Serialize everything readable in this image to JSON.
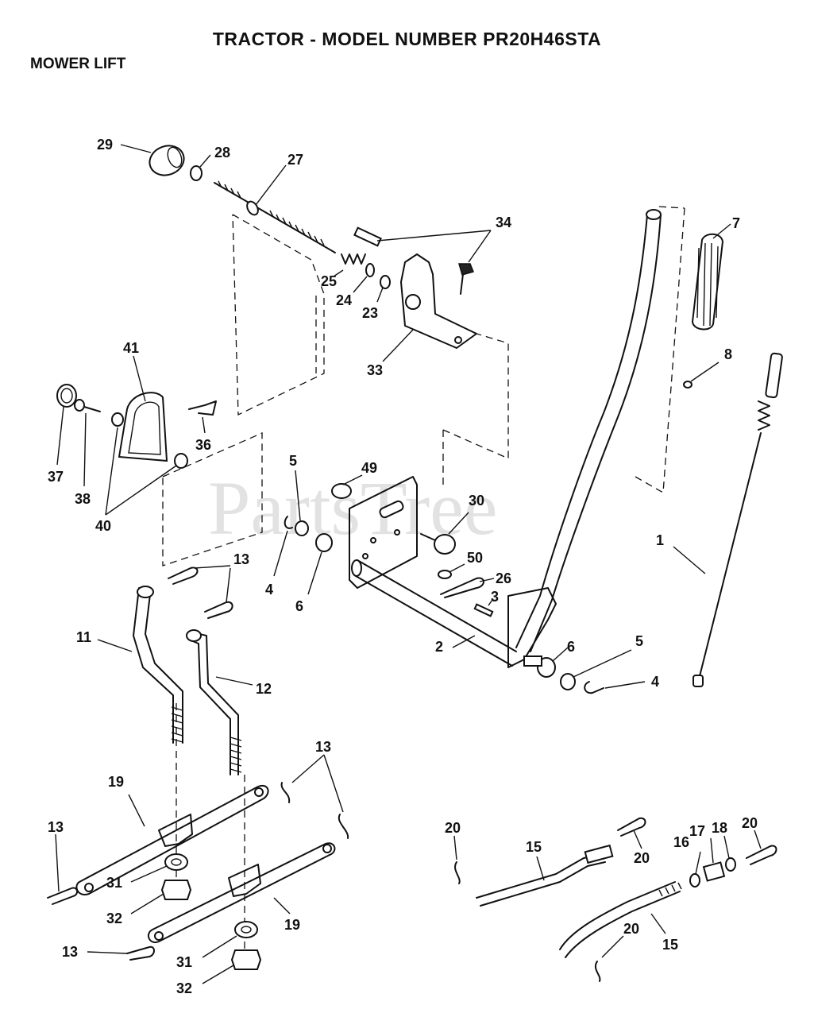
{
  "header": {
    "title": "TRACTOR - MODEL NUMBER PR20H46STA",
    "subtitle": "MOWER LIFT"
  },
  "watermark": "PartsTree",
  "callouts": {
    "c29": "29",
    "c28": "28",
    "c27": "27",
    "c34": "34",
    "c25": "25",
    "c24": "24",
    "c23": "23",
    "c33": "33",
    "c7": "7",
    "c8": "8",
    "c41": "41",
    "c37": "37",
    "c38": "38",
    "c40": "40",
    "c36": "36",
    "c5a": "5",
    "c49": "49",
    "c30": "30",
    "c50": "50",
    "c26": "26",
    "c4a": "4",
    "c6a": "6",
    "c3": "3",
    "c1": "1",
    "c13a": "13",
    "c11": "11",
    "c12": "12",
    "c2": "2",
    "c6b": "6",
    "c5b": "5",
    "c4b": "4",
    "c13b": "13",
    "c19a": "19",
    "c13c": "13",
    "c31a": "31",
    "c32a": "32",
    "c19b": "19",
    "c13d": "13",
    "c31b": "31",
    "c32b": "32",
    "c20a": "20",
    "c15a": "15",
    "c20b": "20",
    "c16": "16",
    "c17": "17",
    "c18": "18",
    "c20c": "20",
    "c20d": "20",
    "c15b": "15"
  }
}
